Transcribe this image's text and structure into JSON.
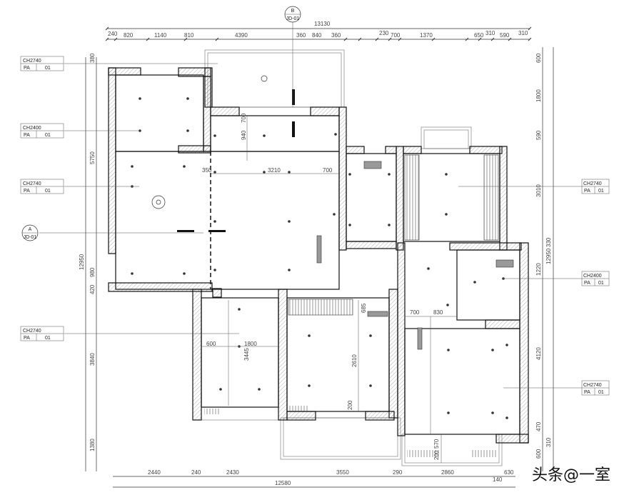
{
  "drawing": {
    "top_dims": {
      "total": "13130",
      "segments": [
        "240",
        "820",
        "1140",
        "810",
        "4390",
        "360",
        "840",
        "360",
        "230",
        "700",
        "1370",
        "650",
        "310",
        "590",
        "310"
      ]
    },
    "bottom_dims": {
      "total": "12580",
      "segments": [
        "2440",
        "240",
        "2430",
        "3550",
        "290",
        "2860",
        "630"
      ],
      "extra": "140"
    },
    "left_dims": {
      "total": "12950",
      "segments": [
        "380",
        "5750",
        "980",
        "420",
        "3840",
        "1380"
      ]
    },
    "right_dims": {
      "total": "12950",
      "segments": [
        "600",
        "1800",
        "590",
        "3010",
        "1220",
        "4120",
        "470",
        "600"
      ],
      "extra": [
        "330",
        "310"
      ]
    },
    "interior_dims": [
      "700",
      "940",
      "350",
      "3210",
      "700",
      "600",
      "1800",
      "3445",
      "685",
      "2610",
      "200",
      "700",
      "830",
      "570",
      "200"
    ],
    "section_markers": [
      {
        "letter": "B",
        "ref": "JD-01"
      },
      {
        "letter": "A",
        "ref": "JD-01"
      }
    ],
    "ceiling_tags": [
      {
        "height": "CH2740",
        "material": "PA",
        "num": "01"
      },
      {
        "height": "CH2400",
        "material": "PA",
        "num": "01"
      },
      {
        "height": "CH2740",
        "material": "PA",
        "num": "01"
      },
      {
        "height": "CH2740",
        "material": "PA",
        "num": "01"
      },
      {
        "height": "CH2740",
        "material": "PA",
        "num": "01"
      },
      {
        "height": "CH2400",
        "material": "PA",
        "num": "01"
      },
      {
        "height": "CH2740",
        "material": "PA",
        "num": "01"
      }
    ]
  },
  "watermark": "头条@一室"
}
